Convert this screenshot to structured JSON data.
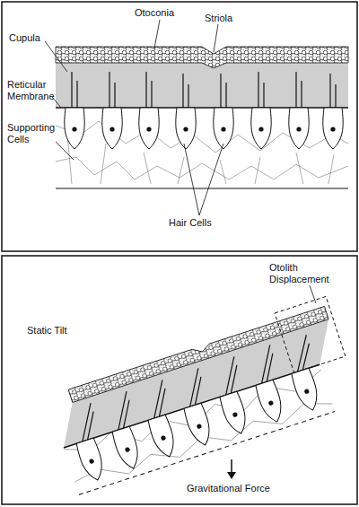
{
  "diagram": {
    "labels": [
      "Otoconia",
      "Striola",
      "Cupula",
      "Reticular Membrane",
      "Supporting Cells",
      "Hair Cells",
      "Static Tilt",
      "Otolith Displacement",
      "Gravitational Force"
    ]
  }
}
